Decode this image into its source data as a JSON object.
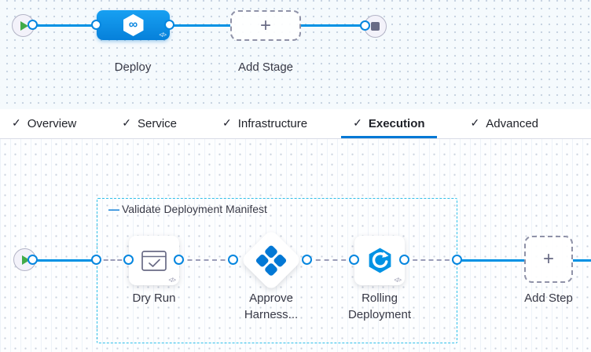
{
  "stage_pipeline": {
    "deploy": {
      "label": "Deploy"
    },
    "add_stage": {
      "label": "Add Stage"
    }
  },
  "tabs": [
    {
      "label": "Overview",
      "checked": true,
      "active": false
    },
    {
      "label": "Service",
      "checked": true,
      "active": false
    },
    {
      "label": "Infrastructure",
      "checked": true,
      "active": false
    },
    {
      "label": "Execution",
      "checked": true,
      "active": true
    },
    {
      "label": "Advanced",
      "checked": true,
      "active": false
    }
  ],
  "execution": {
    "group": {
      "label": "Validate Deployment Manifest"
    },
    "steps": [
      {
        "label": "Dry Run"
      },
      {
        "label": "Approve Harness..."
      },
      {
        "label": "Rolling Deployment"
      }
    ],
    "add_step": {
      "label": "Add Step"
    }
  },
  "icons": {
    "check": "✓",
    "plus": "+",
    "code": "</>",
    "infinity": "∞",
    "collapse_dash": "—"
  },
  "colors": {
    "accent_blue": "#0278d5",
    "line_blue": "#0092e4",
    "group_border_cyan": "#30c0ea",
    "success_green": "#42ab49"
  }
}
